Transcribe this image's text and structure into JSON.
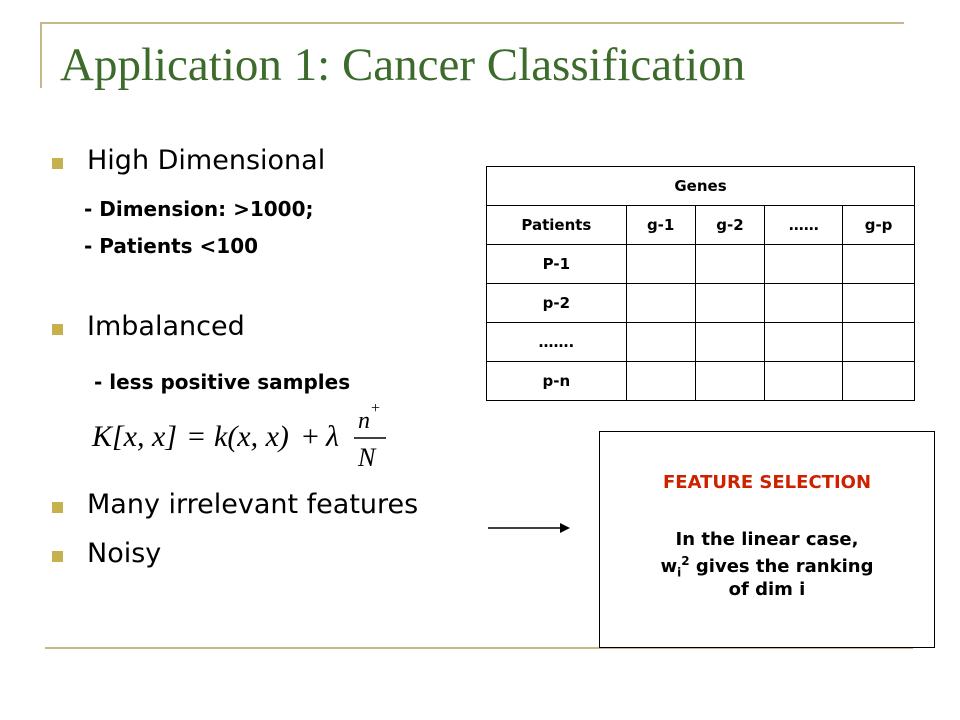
{
  "slide": {
    "title": "Application 1: Cancer Classification",
    "bullets": [
      {
        "text": "High Dimensional",
        "subs": [
          "- Dimension: >1000;",
          "- Patients <100"
        ]
      },
      {
        "text": "Imbalanced",
        "subs": [
          "- less positive samples"
        ]
      },
      {
        "text": "Many irrelevant features",
        "subs": []
      },
      {
        "text": "Noisy",
        "subs": []
      }
    ],
    "formula": {
      "lhs": "K[x, x]",
      "eq": "=",
      "rhs_func": "k(x, x)",
      "plus": "+",
      "lambda": "λ",
      "numerator": "n",
      "numerator_sup": "+",
      "denominator": "N"
    }
  },
  "table": {
    "header": "Genes",
    "columns": [
      "Patients",
      "g-1",
      "g-2",
      "……",
      "g-p"
    ],
    "rows": [
      "P-1",
      "p-2",
      "…….",
      "p-n"
    ]
  },
  "feature_box": {
    "title": "FEATURE SELECTION",
    "line1": "In the linear case,",
    "line2_var": "w",
    "line2_sub": "i",
    "line2_sup": "2",
    "line2_rest": " gives the ranking",
    "line3": "of dim i"
  },
  "colors": {
    "title": "#3c6b2b",
    "bullet": "#c5b24e",
    "accent_lines": "#c5b98a",
    "feature_title": "#cc2200"
  }
}
